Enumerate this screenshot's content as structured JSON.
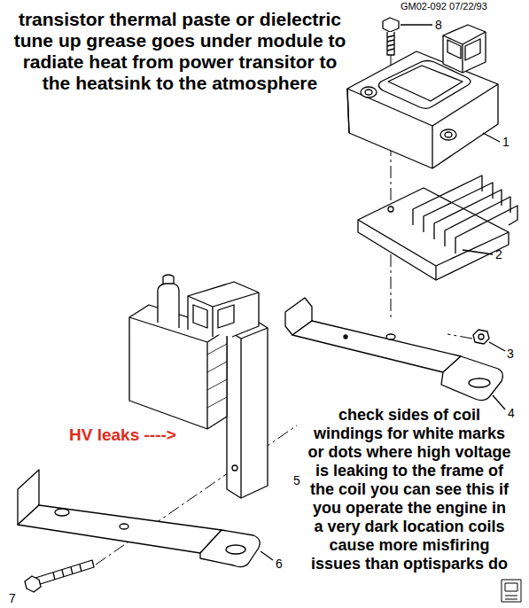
{
  "diagram": {
    "labels": [
      "GM02-092 07/22/93",
      "transistor thermal paste or dielectric tune up grease goes under module to radiate heat from power transitor to the heatsink to the atmosphere",
      "8",
      "1",
      "2",
      "3",
      "4",
      "HV leaks ---->",
      "check sides of coil windings for white marks or dots where high voltage is leaking to the frame of the coil you can see this if you operate the engine in a very dark location coils cause more misfiring issues than optisparks do",
      "5",
      "6",
      "7"
    ]
  }
}
